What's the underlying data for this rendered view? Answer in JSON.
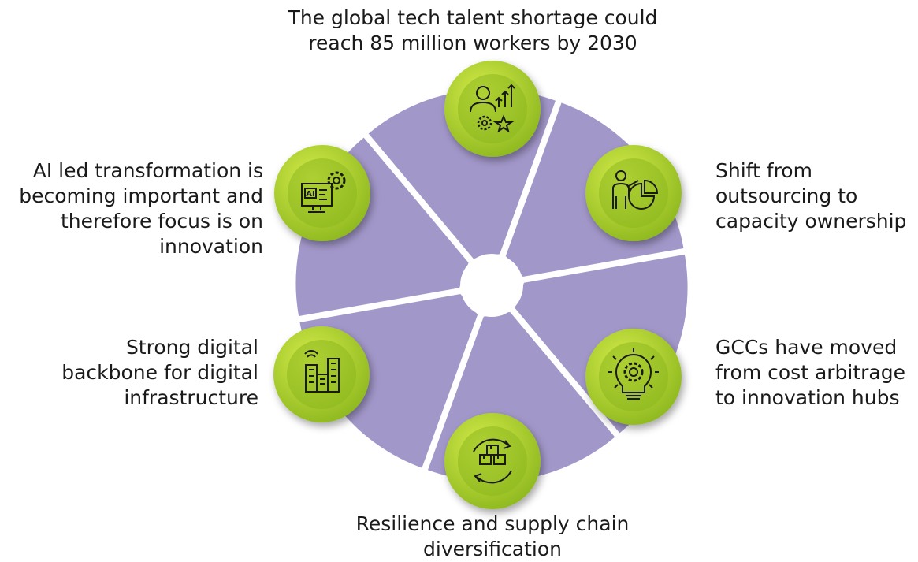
{
  "colors": {
    "wheel": "#a297c9",
    "circle_light": "#d6ec4a",
    "circle_dark": "#8db81f",
    "icon_stroke": "#1a1a1a",
    "text": "#1a1a1a"
  },
  "items": [
    {
      "id": "top",
      "text": "The global tech talent shortage could\nreach 85 million workers by 2030",
      "icon": "talent-growth-icon"
    },
    {
      "id": "upper-right",
      "text": "Shift from\noutsourcing to\ncapacity ownership",
      "icon": "presenter-chart-icon"
    },
    {
      "id": "lower-right",
      "text": "GCCs have moved\nfrom cost arbitrage\nto innovation hubs",
      "icon": "lightbulb-gear-icon"
    },
    {
      "id": "bottom",
      "text": "Resilience and supply chain\ndiversification",
      "icon": "supply-chain-boxes-icon"
    },
    {
      "id": "lower-left",
      "text": "Strong digital\nbackbone for digital\ninfrastructure",
      "icon": "smart-buildings-icon"
    },
    {
      "id": "upper-left",
      "text": "AI led transformation is\nbecoming important and\ntherefore focus is on\ninnovation",
      "icon": "ai-monitor-gear-icon"
    }
  ],
  "icon_text": {
    "ai": "AI"
  }
}
